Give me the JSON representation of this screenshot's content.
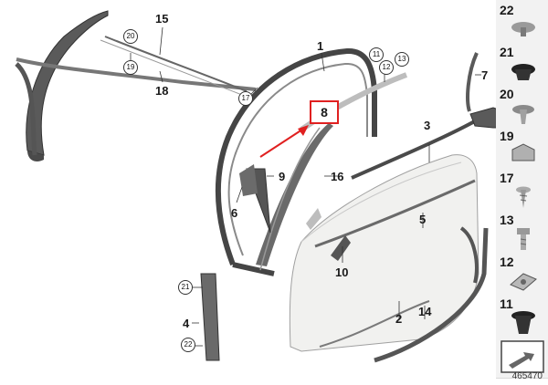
{
  "diagram": {
    "highlighted_label": "8",
    "catalog_number": "465470",
    "callouts": {
      "c1": "1",
      "c2": "2",
      "c3": "3",
      "c4": "4",
      "c5": "5",
      "c6": "6",
      "c7": "7",
      "c9": "9",
      "c10": "10",
      "c14": "14",
      "c15": "15",
      "c16": "16",
      "c18": "18"
    },
    "circled": {
      "o11": "11",
      "o12": "12",
      "o13": "13",
      "o17": "17",
      "o19": "19",
      "o20": "20",
      "o21": "21",
      "o22": "22"
    }
  },
  "legend": [
    {
      "label": "22",
      "icon": "push-clip-icon"
    },
    {
      "label": "21",
      "icon": "expanding-rivet-icon"
    },
    {
      "label": "20",
      "icon": "push-rivet-icon"
    },
    {
      "label": "19",
      "icon": "retaining-clip-icon"
    },
    {
      "label": "17",
      "icon": "screw-icon"
    },
    {
      "label": "13",
      "icon": "bolt-icon"
    },
    {
      "label": "12",
      "icon": "clip-nut-icon"
    },
    {
      "label": "11",
      "icon": "expanding-nut-icon"
    },
    {
      "label": "",
      "icon": "arrow-icon"
    }
  ],
  "colors": {
    "highlight": "#e02020",
    "part_fill": "#f1f1ef",
    "seal": "#4a4a4a",
    "legend_bg": "#f2f2f2"
  }
}
